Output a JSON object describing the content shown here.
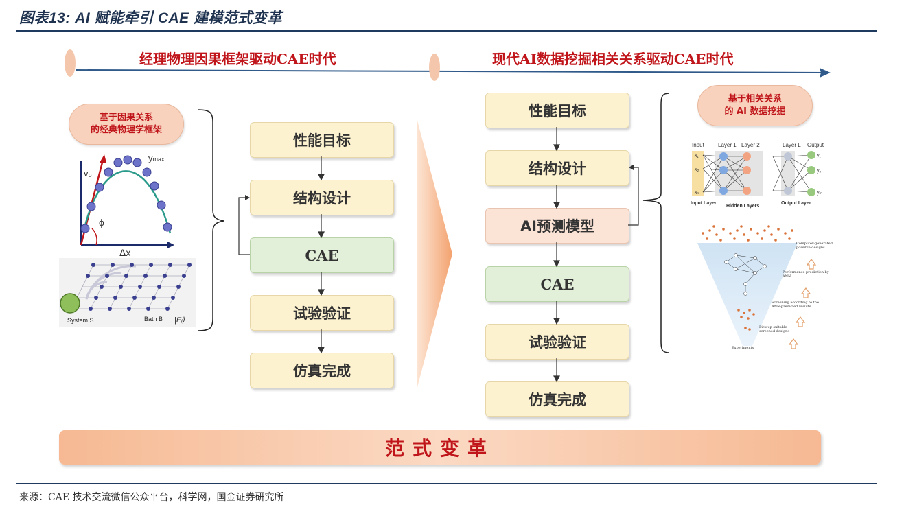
{
  "figure_title": "图表13:  AI 赋能牵引 CAE 建模范式变革",
  "source_note": "来源：CAE 技术交流微信公众平台，科学网，国金证券研究所",
  "left_era": {
    "title": "经理物理因果框架驱动CAE时代",
    "pill_line1": "基于因果关系",
    "pill_line2": "的经典物理学框架",
    "steps": [
      "性能目标",
      "结构设计",
      "CAE",
      "试验验证",
      "仿真完成"
    ],
    "illustration_labels": {
      "v0": "v₀",
      "ymax_y": "y",
      "ymax_sub": "max",
      "phi": "ϕ",
      "dx": "Δx",
      "system": "System S",
      "bath": "Bath B",
      "ket": "|Eᵢ⟩"
    }
  },
  "right_era": {
    "title": "现代AI数据挖掘相关关系驱动CAE时代",
    "pill_line1": "基于相关关系",
    "pill_line2": "的 AI 数据挖掘",
    "steps": [
      "性能目标",
      "结构设计",
      "AI预测模型",
      "CAE",
      "试验验证",
      "仿真完成"
    ],
    "nn_labels": {
      "input": "Input",
      "layer1": "Layer 1",
      "layer2": "Layer 2",
      "layerL": "Layer L",
      "output": "Output",
      "input_layer": "Input Layer",
      "hidden_layers": "Hidden Layers",
      "output_layer": "Output Layer",
      "x1": "x₁",
      "x2": "x₂",
      "xn": "xₙ",
      "y1": "y₁",
      "y2": "y₂",
      "ym": "yₘ"
    },
    "funnel_labels": {
      "f1": "Computer-generated possible designs",
      "f2": "Performance prediction by ANN",
      "f3": "Screening according to the ANN-predicted results",
      "f4": "Pick up suitable screened designs",
      "f5": "Experiments"
    }
  },
  "banner": "范式变革",
  "colors": {
    "title_red": "#c0161b",
    "axis_blue": "#2f5a8a",
    "box_yellow": "#fdf2d0",
    "box_green": "#e2efd9",
    "box_pink": "#fbe3d6",
    "banner_orange": "#f6b993"
  }
}
